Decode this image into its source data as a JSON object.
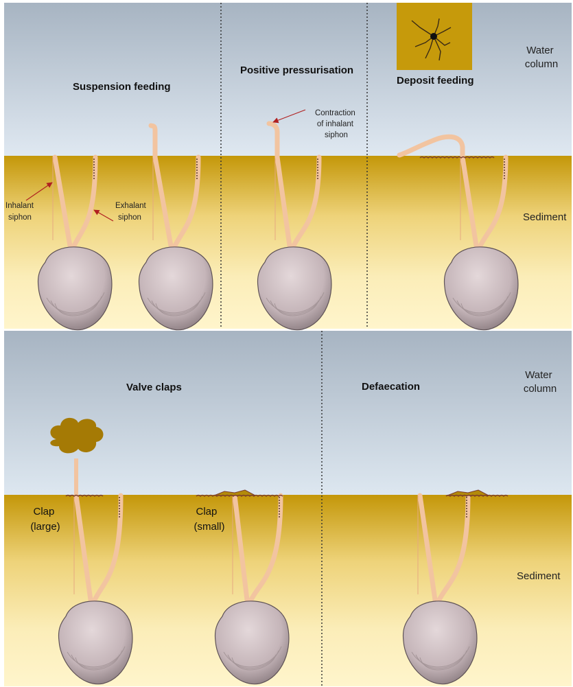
{
  "top_row": {
    "panels": {
      "suspension": {
        "title": "Suspension feeding"
      },
      "positive": {
        "title": "Positive pressurisation"
      },
      "deposit": {
        "title": "Deposit feeding"
      }
    },
    "water_label": [
      "Water",
      "column"
    ],
    "sediment_label": "Sediment",
    "annotations": {
      "inhalant": [
        "Inhalant",
        "siphon"
      ],
      "exhalant": [
        "Exhalant",
        "siphon"
      ],
      "contraction": [
        "Contraction",
        "of inhalant",
        "siphon"
      ]
    }
  },
  "bottom_row": {
    "panels": {
      "valve_claps": {
        "title": "Valve claps"
      },
      "defaecation": {
        "title": "Defaecation"
      }
    },
    "water_label": [
      "Water",
      "column"
    ],
    "sediment_label": "Sediment",
    "annotations": {
      "clap_large": [
        "Clap",
        "(large)"
      ],
      "clap_small": [
        "Clap",
        "(small)"
      ]
    }
  },
  "colors": {
    "water_top": "#a9b6c3",
    "water_bottom": "#dde6f0",
    "sediment_top": "#c59a0a",
    "sediment_bottom": "#fdf3c4",
    "siphon": "#f2c4a0",
    "shell": "#cbbbbf",
    "arrow": "#b02020",
    "plume": "#a57a05"
  }
}
